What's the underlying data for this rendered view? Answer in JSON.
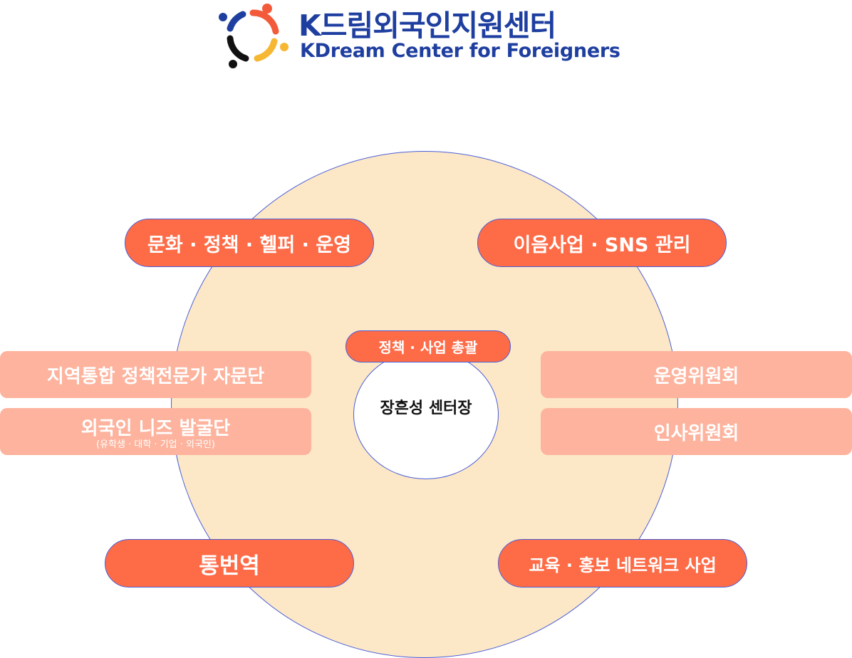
{
  "logo": {
    "title_ko": "K드림외국인지원센터",
    "title_en": "KDream Center for Foreigners",
    "colors": {
      "blue": "#1f3fa0",
      "orange": "#f25a3a",
      "yellow": "#f6b732",
      "black": "#111111"
    }
  },
  "center": {
    "role": "정책 · 사업 총괄",
    "name": "장흔성 센터장"
  },
  "pills": {
    "top_left": "문화 · 정책 · 헬퍼 · 운영",
    "top_right": "이음사업 · SNS 관리",
    "bottom_left": "통번역",
    "bottom_right": "교육 · 홍보 네트워크 사업"
  },
  "left_boxes": {
    "advisory": "지역통합 정책전문가 자문단",
    "needs": "외국인 니즈 발굴단",
    "needs_sub": "(유학생 · 대학 · 기업 · 외국인)"
  },
  "right_boxes": {
    "operations": "운영위원회",
    "personnel": "인사위원회"
  },
  "colors": {
    "accent": "#fe6b47",
    "soft_box": "#fdb39d",
    "circle_fill": "#fce7c7",
    "outline": "#4a5fd8"
  }
}
